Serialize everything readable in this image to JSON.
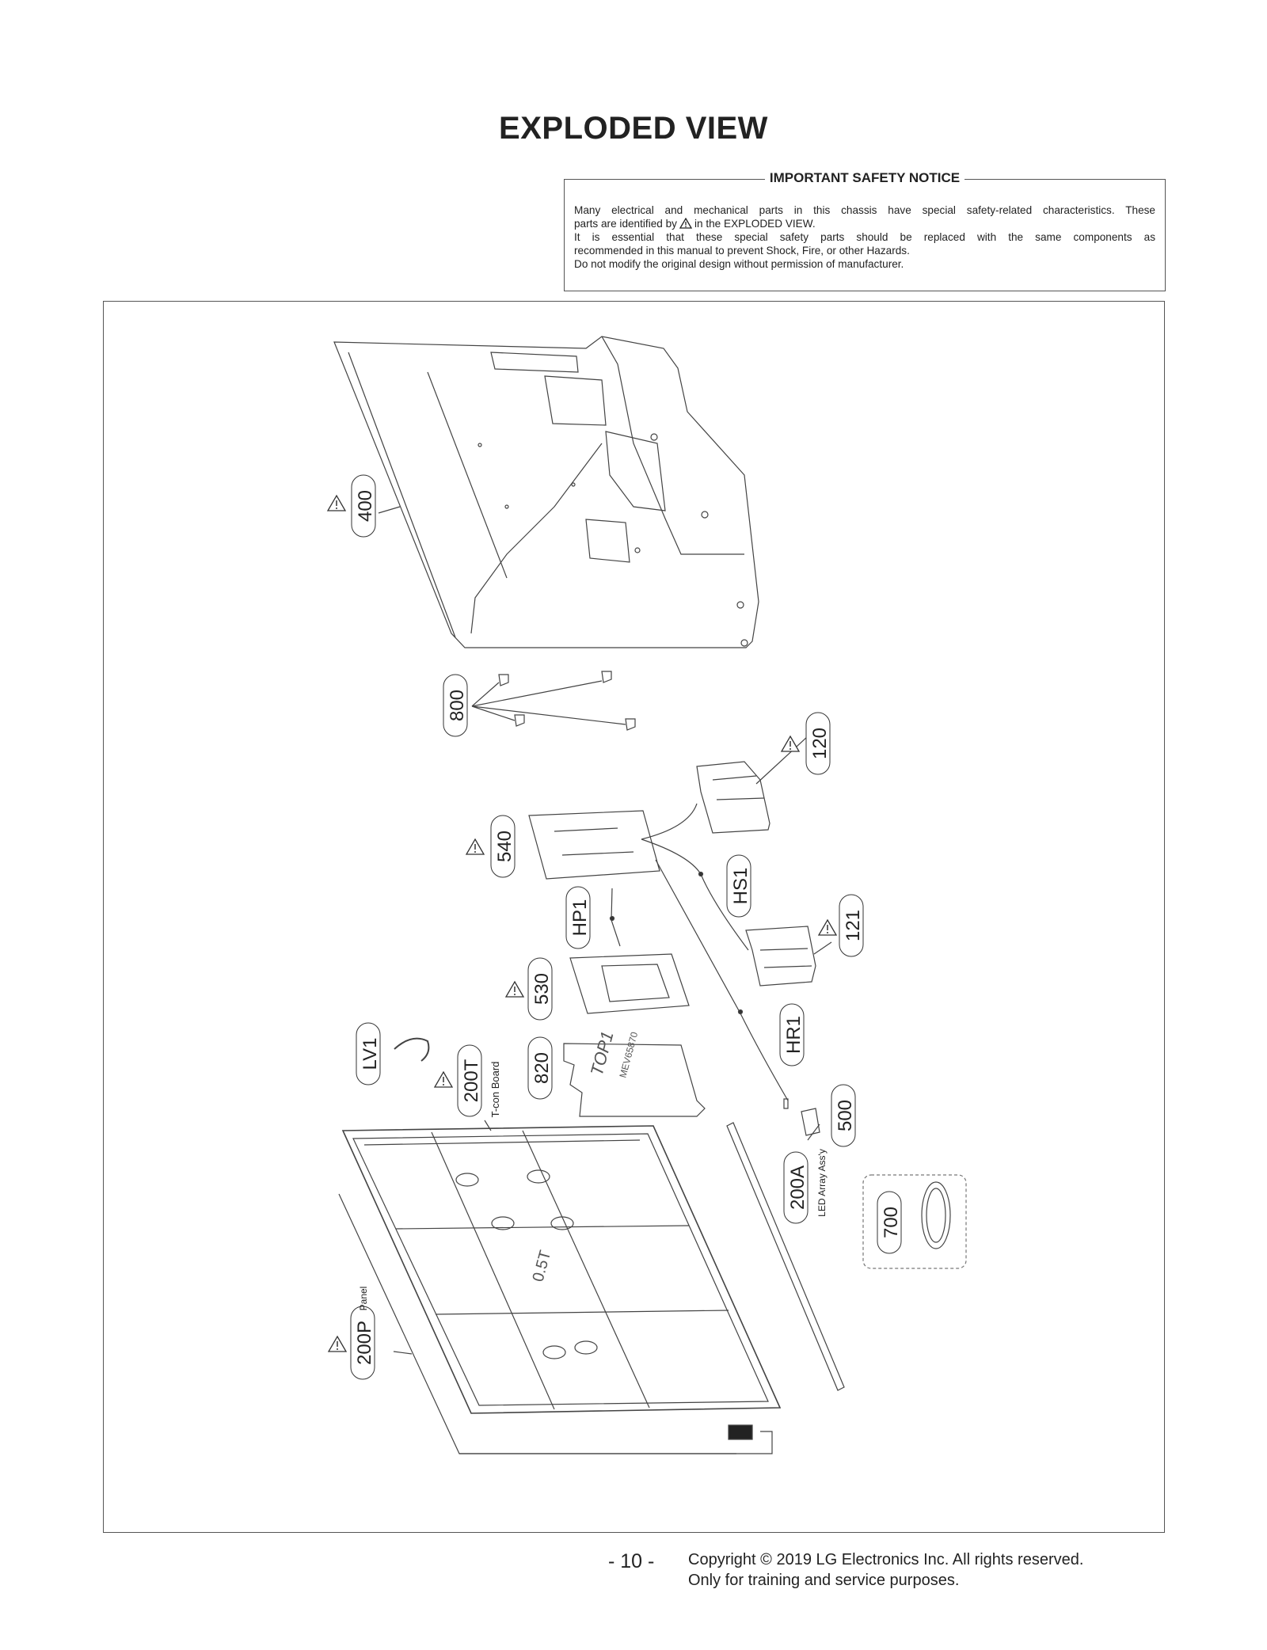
{
  "title": "EXPLODED VIEW",
  "notice": {
    "heading": "IMPORTANT SAFETY NOTICE",
    "line1": "Many electrical and mechanical parts in this chassis have special safety-related characteristics. These",
    "line2a": "parts are identified by",
    "line2b": "in the EXPLODED VIEW.",
    "line3": "It is essential that these special safety parts should be replaced with the same components as",
    "line4": "recommended in this manual to prevent Shock, Fire, or other Hazards.",
    "line5": "Do not modify the original design without permission of manufacturer."
  },
  "parts": {
    "p400": "400",
    "p800": "800",
    "p120": "120",
    "p540": "540",
    "hs1": "HS1",
    "hp1": "HP1",
    "p121": "121",
    "p530": "530",
    "hr1": "HR1",
    "lv1": "LV1",
    "p200t": "200T",
    "p200t_desc": "T-con Board",
    "p820": "820",
    "p500": "500",
    "p200a": "200A",
    "p200a_desc": "LED Array Ass'y",
    "p700": "700",
    "p200p": "200P",
    "p200p_desc": "Panel"
  },
  "board_print": {
    "top_text": "TOP1",
    "model_text": "MEV65870",
    "t05": "0.5T"
  },
  "footer": {
    "page": "- 10 -",
    "copyright": "Copyright © 2019 LG Electronics Inc. All rights reserved.",
    "training": "Only for training and service purposes."
  }
}
